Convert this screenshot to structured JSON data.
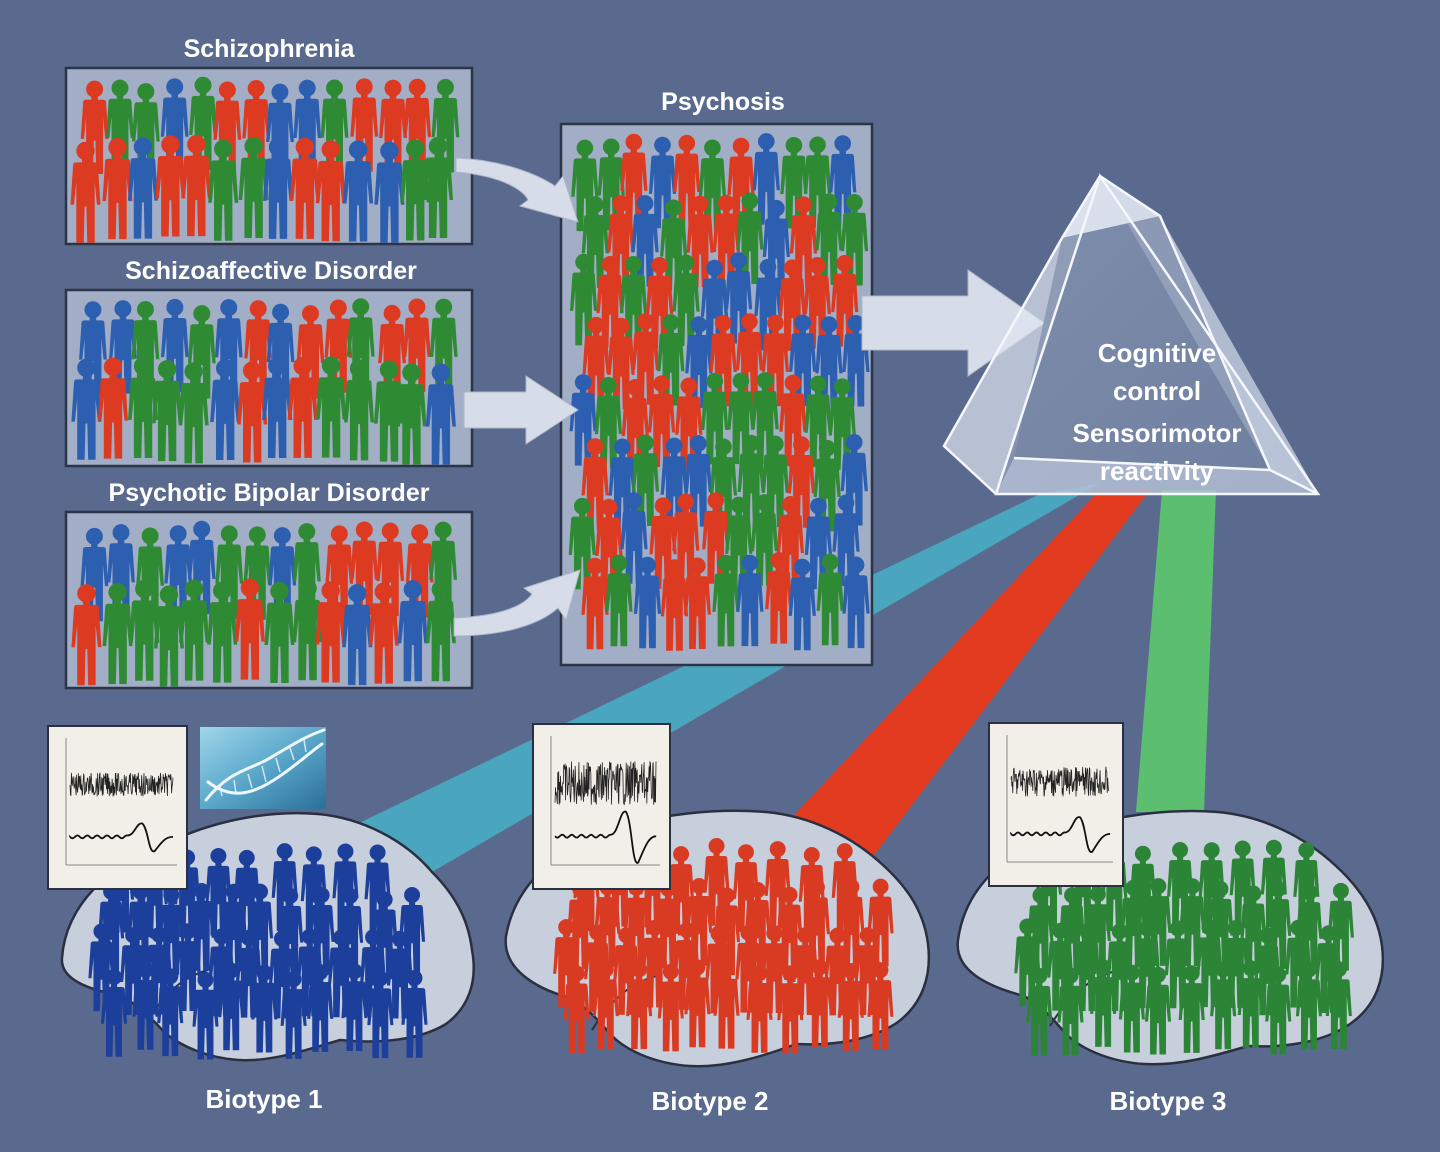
{
  "colors": {
    "background": "#5a6a8e",
    "panel": "#a2adc6",
    "panel_border": "#2c3447",
    "red": "#dd3a22",
    "green": "#2f8a34",
    "blue": "#2d5fb0",
    "biotype1": "#1d3f9c",
    "biotype2": "#d93b22",
    "biotype3": "#2c8537",
    "beam_cyan": "#4aa6be",
    "beam_red": "#e23b1f",
    "beam_green": "#5cbf70",
    "brain": "#c7cedc",
    "arrow": "#d6dce8"
  },
  "diagnoses": [
    {
      "label": "Schizophrenia"
    },
    {
      "label": "Schizoaffective Disorder"
    },
    {
      "label": "Psychotic Bipolar Disorder"
    }
  ],
  "psychosis": {
    "label": "Psychosis"
  },
  "triangle": {
    "line1": "Cognitive",
    "line2": "control",
    "line3": "Sensorimotor",
    "line4": "reactivity"
  },
  "biotypes": [
    {
      "label": "Biotype 1"
    },
    {
      "label": "Biotype 2"
    },
    {
      "label": "Biotype 3"
    }
  ],
  "icons": [
    "person-figure-icon",
    "dna-helix-icon",
    "eeg-waveform-icon",
    "arrow-icon",
    "prism-triangle-icon",
    "brain-icon"
  ]
}
